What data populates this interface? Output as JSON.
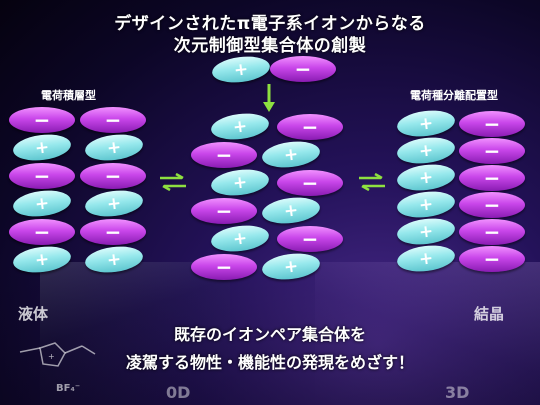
{
  "title": {
    "line1": "デザインされたπ電子系イオンからなる",
    "line2": "次元制御型集合体の創製"
  },
  "labels": {
    "stacked": "電荷積層型",
    "segregated": "電荷種分離配置型"
  },
  "ion_symbols": {
    "cation": "+",
    "anion": "−"
  },
  "bottom": {
    "liquid": "液体",
    "crystal": "結晶",
    "message_line1": "既存のイオンペア集合体を",
    "message_line2": "凌駕する物性・機能性の発現をめざす！",
    "dim_0d": "0D",
    "dim_3d": "3D",
    "counter_anion": "BF₄⁻"
  },
  "colors": {
    "cation": "#96e8ec",
    "anion": "#c946ea",
    "arrow": "#8ee040"
  }
}
